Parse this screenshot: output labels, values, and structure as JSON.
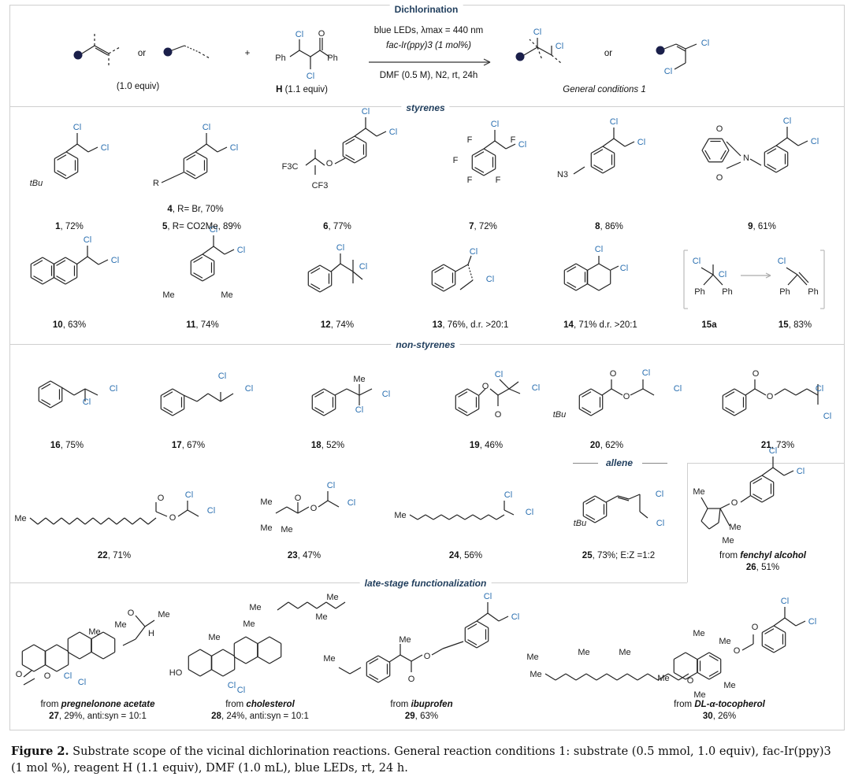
{
  "header": {
    "title": "Dichlorination",
    "reactant1_label": "(1.0 equiv)",
    "or1": "or",
    "plus": "+",
    "reagent_label_bold": "H",
    "reagent_label_rest": " (1.1 equiv)",
    "cond_line1": "blue LEDs, λmax = 440 nm",
    "cond_line2": "fac-Ir(ppy)3 (1 mol%)",
    "cond_line3": "DMF (0.5 M), N2, rt, 24h",
    "or2": "or",
    "general_conditions": "General conditions 1"
  },
  "sections": {
    "styrenes": "styrenes",
    "non_styrenes": "non-styrenes",
    "allene": "allene",
    "late_stage": "late-stage functionalization"
  },
  "row1": [
    {
      "num": "1",
      "rest": ", 72%"
    },
    {
      "num": "4",
      "rest": ", R= Br, 70%"
    },
    {
      "num": "5",
      "rest": ", R= CO2Me, 89%"
    },
    {
      "num": "6",
      "rest": ", 77%"
    },
    {
      "num": "7",
      "rest": ", 72%"
    },
    {
      "num": "8",
      "rest": ", 86%"
    },
    {
      "num": "9",
      "rest": ", 61%"
    }
  ],
  "row2": [
    {
      "num": "10",
      "rest": ", 63%"
    },
    {
      "num": "11",
      "rest": ", 74%"
    },
    {
      "num": "12",
      "rest": ", 74%"
    },
    {
      "num": "13",
      "rest": ", 76%, d.r. >20:1"
    },
    {
      "num": "14",
      "rest": ", 71% d.r. >20:1"
    },
    {
      "num": "15a",
      "rest": ""
    },
    {
      "num": "15",
      "rest": ", 83%"
    }
  ],
  "row3": [
    {
      "num": "16",
      "rest": ", 75%"
    },
    {
      "num": "17",
      "rest": ", 67%"
    },
    {
      "num": "18",
      "rest": ", 52%"
    },
    {
      "num": "19",
      "rest": ", 46%"
    },
    {
      "num": "20",
      "rest": ", 62%"
    },
    {
      "num": "21",
      "rest": ", 73%"
    }
  ],
  "row4": [
    {
      "num": "22",
      "rest": ", 71%"
    },
    {
      "num": "23",
      "rest": ", 47%"
    },
    {
      "num": "24",
      "rest": ", 56%"
    },
    {
      "num": "25",
      "rest": ", 73%; E:Z =1:2"
    },
    {
      "num": "26",
      "rest": ", 51%",
      "from": "from ",
      "source": "fenchyl alcohol"
    }
  ],
  "row5": [
    {
      "num": "27",
      "rest": ", 29%, anti:syn = 10:1",
      "from": "from ",
      "source": "pregnelonone acetate"
    },
    {
      "num": "28",
      "rest": ", 24%, anti:syn = 10:1",
      "from": "from ",
      "source": "cholesterol"
    },
    {
      "num": "29",
      "rest": ", 63%",
      "from": "from ",
      "source": "ibuprofen"
    },
    {
      "num": "30",
      "rest": ", 26%",
      "from": "from ",
      "source": "DL-α-tocopherol"
    }
  ],
  "atoms": {
    "cl": "Cl",
    "ph": "Ph",
    "me": "Me",
    "tbu": "tBu",
    "r": "R",
    "f": "F",
    "o": "O",
    "n": "N",
    "h": "H",
    "ho": "HO",
    "n3": "N3",
    "cf3": "CF3",
    "f3c": "F3C"
  },
  "caption": {
    "fig": "Figure 2.",
    "text": " Substrate scope of the vicinal dichlorination reactions. General reaction conditions 1: substrate (0.5 mmol, 1.0 equiv), fac-Ir(ppy)3 (1 mol %), reagent H (1.1 equiv), DMF (1.0 mL), blue LEDs, rt, 24 h."
  },
  "colors": {
    "chlorine": "#2a6fb0",
    "heading": "#1f3d5c",
    "dot": "#1a1f4a",
    "rule": "#cfcfcf"
  }
}
